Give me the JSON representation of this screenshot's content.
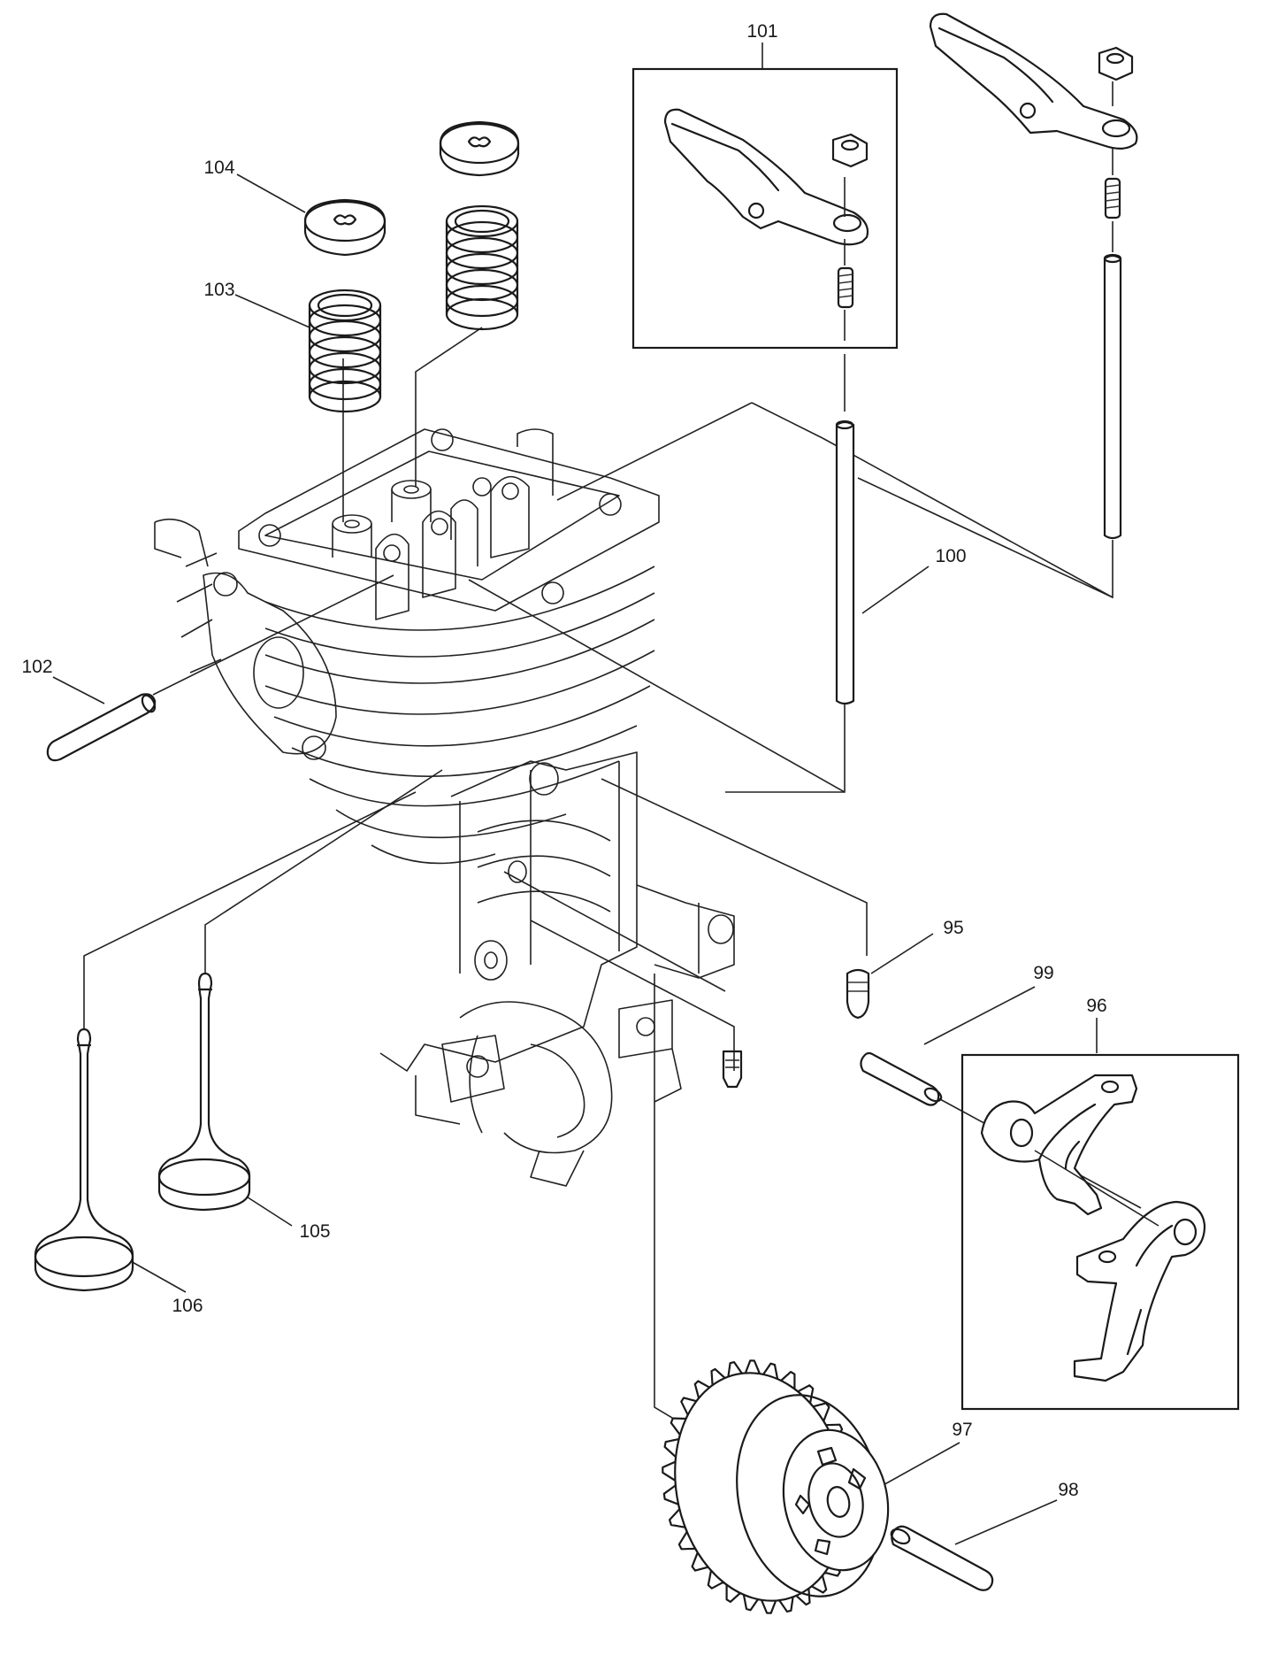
{
  "callouts": {
    "p95": "95",
    "p96": "96",
    "p97": "97",
    "p98": "98",
    "p99": "99",
    "p100": "100",
    "p101": "101",
    "p102": "102",
    "p103": "103",
    "p104": "104",
    "p105": "105",
    "p106": "106"
  },
  "icons": {
    "engine": "cylinder-head-icon",
    "gear": "cam-gear-icon",
    "valve": "valve-icon",
    "spring": "valve-spring-icon",
    "rocker": "rocker-arm-icon"
  }
}
